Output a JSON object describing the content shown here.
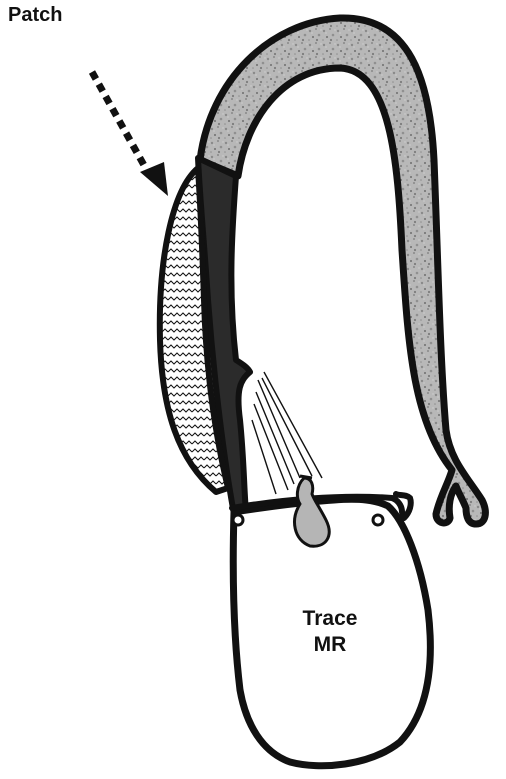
{
  "labels": {
    "patch": "Patch",
    "trace_line1": "Trace",
    "trace_line2": "MR"
  },
  "colors": {
    "outline": "#111111",
    "wall_fill": "#a9a9a9",
    "septum_fill": "#2b2b2b",
    "leaflet_fill": "#b5b5b5",
    "background": "#ffffff"
  },
  "icons": {
    "arrow": "dashed-arrow-icon"
  }
}
